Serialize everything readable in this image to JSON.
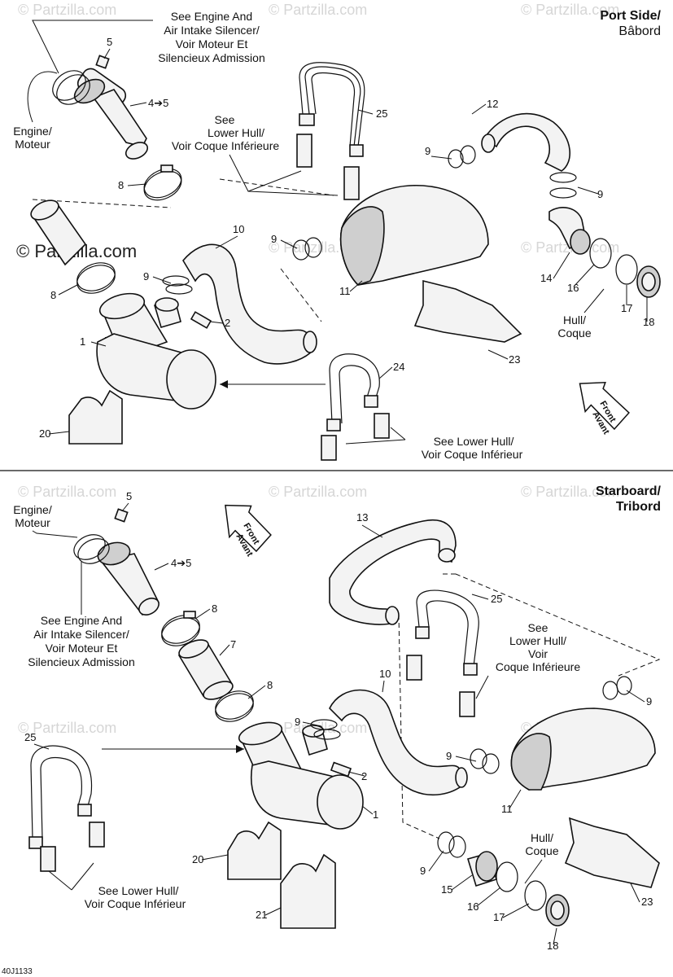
{
  "watermark": "© Partzilla.com",
  "image_ref": "40J1133",
  "arrow_label": {
    "line1": "Front",
    "line2": "Avant"
  },
  "port": {
    "title_line1": "Port Side/",
    "title_line2": "Bâbord",
    "note_engine_silencer": [
      "See Engine And",
      "Air Intake Silencer/",
      "Voir Moteur Et",
      "Silencieux Admission"
    ],
    "note_engine": [
      "Engine/",
      "Moteur"
    ],
    "note_lower_hull_top": [
      "See",
      "Lower Hull/",
      "Voir Coque Inférieure"
    ],
    "note_lower_hull_bottom": [
      "See Lower Hull/",
      "Voir Coque Inférieur"
    ],
    "note_hull": [
      "Hull/",
      "Coque"
    ],
    "callouts": [
      "5",
      "4➔5",
      "8",
      "25",
      "12",
      "9",
      "9",
      "9",
      "9",
      "10",
      "11",
      "14",
      "16",
      "17",
      "18",
      "2",
      "1",
      "8",
      "24",
      "23",
      "20"
    ]
  },
  "starboard": {
    "title_line1": "Starboard/",
    "title_line2": "Tribord",
    "note_engine": [
      "Engine/",
      "Moteur"
    ],
    "note_engine_silencer": [
      "See Engine And",
      "Air Intake Silencer/",
      "Voir Moteur Et",
      "Silencieux Admission"
    ],
    "note_lower_hull_top": [
      "See",
      "Lower Hull/",
      "Voir",
      "Coque Inférieure"
    ],
    "note_lower_hull_bottom": [
      "See Lower Hull/",
      "Voir Coque Inférieur"
    ],
    "note_hull": [
      "Hull/",
      "Coque"
    ],
    "callouts": [
      "5",
      "4➔5",
      "8",
      "7",
      "8",
      "13",
      "25",
      "10",
      "9",
      "2",
      "9",
      "9",
      "11",
      "1",
      "25",
      "20",
      "21",
      "9",
      "15",
      "16",
      "17",
      "18",
      "23"
    ]
  }
}
